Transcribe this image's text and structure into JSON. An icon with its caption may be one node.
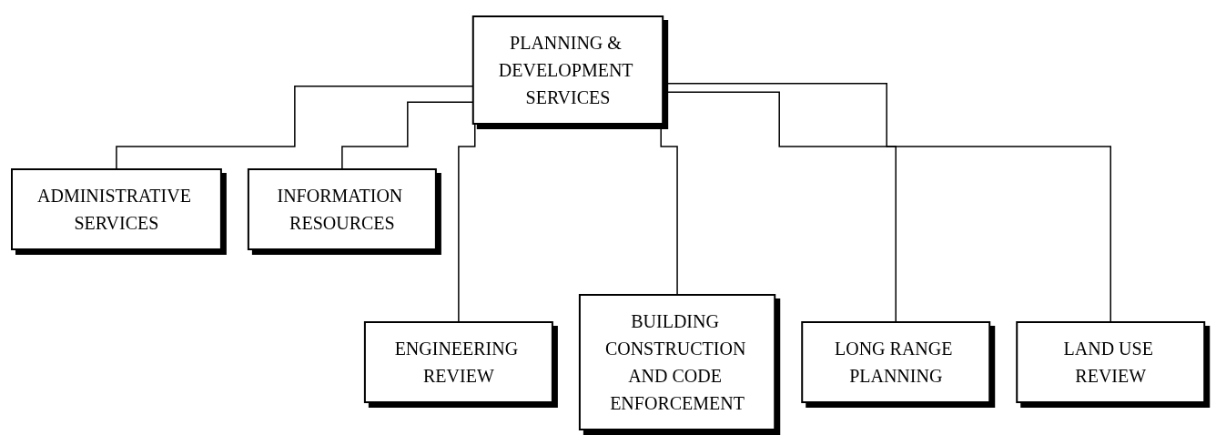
{
  "diagram": {
    "nodes": [
      {
        "text": [
          "PLANNING & DEVELOPMENT SERVICES"
        ]
      },
      {
        "text": [
          "ADMINISTRATIVE SERVICES"
        ]
      },
      {
        "text": [
          "INFORMATION RESOURCES"
        ]
      },
      {
        "text": [
          "ENGINEERING REVIEW"
        ]
      },
      {
        "text": [
          "BUILDING CONSTRUCTION AND CODE ENFORCEMENT"
        ]
      },
      {
        "text": [
          "LONG RANGE PLANNING"
        ]
      },
      {
        "text": [
          "LAND USE REVIEW"
        ]
      }
    ],
    "edges": [
      {
        "from": 0,
        "to": 1,
        "arrow": "none"
      },
      {
        "from": 0,
        "to": 2,
        "arrow": "none"
      },
      {
        "from": 0,
        "to": 3,
        "arrow": "none"
      },
      {
        "from": 0,
        "to": 4,
        "arrow": "none"
      },
      {
        "from": 0,
        "to": 5,
        "arrow": "none"
      },
      {
        "from": 0,
        "to": 6,
        "arrow": "none"
      }
    ]
  }
}
